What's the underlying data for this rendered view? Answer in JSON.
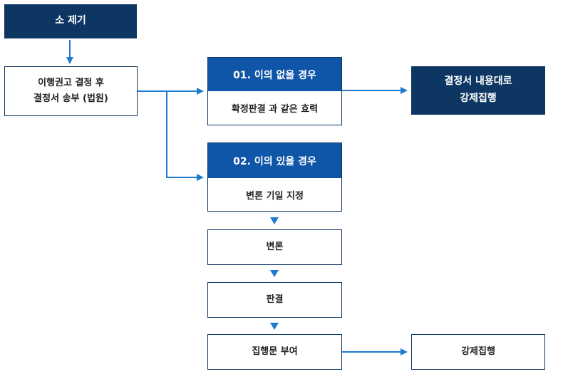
{
  "nodes": {
    "filing": "소 제기",
    "order_line1": "이행권고 결정 후",
    "order_line2": "결정서 송부 (법원)",
    "no_objection_title": "01. 이의 없을 경우",
    "no_objection_body": "확정판결 과 같은 효력",
    "enforce_by_decision_line1": "결정서 내용대로",
    "enforce_by_decision_line2": "강제집행",
    "objection_title": "02. 이의 있을 경우",
    "objection_body": "변론 기일 지정",
    "argument": "변론",
    "judgment": "판결",
    "writ": "집행문 부여",
    "enforcement": "강제집행"
  },
  "colors": {
    "dark_navy": "#0d3662",
    "header_blue": "#0f55a8",
    "arrow_blue": "#1f7bd0"
  }
}
